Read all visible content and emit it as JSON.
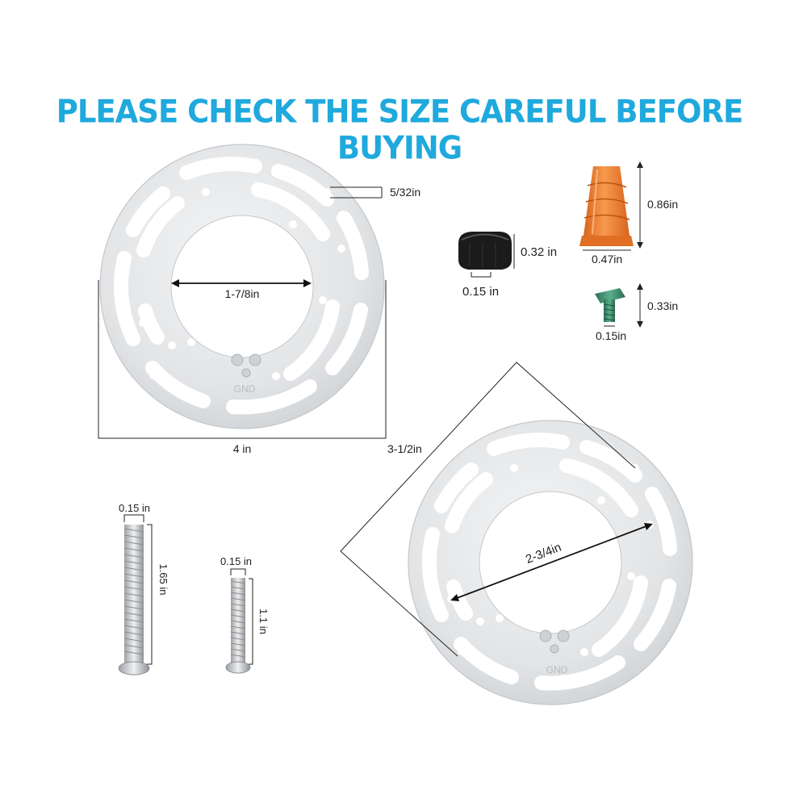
{
  "headline": "PLEASE CHECK THE SIZE CAREFUL BEFORE BUYING",
  "plate_large": {
    "width_label": "4 in",
    "inner_label": "1-7/8in",
    "slot_label": "5/32in",
    "stamp": "GND"
  },
  "plate_small": {
    "width_label": "3-1/2in",
    "inner_label": "2-3/4in",
    "stamp": "GND"
  },
  "cap_nut": {
    "height_label": "0.32 in",
    "width_label": "0.15 in"
  },
  "wire_nut": {
    "height_label": "0.86in",
    "width_label": "0.47in"
  },
  "ground_screw": {
    "height_label": "0.33in",
    "width_label": "0.15in"
  },
  "long_screw": {
    "width_label": "0.15 in",
    "length_label": "1.65 in"
  },
  "short_screw": {
    "width_label": "0.15 in",
    "length_label": "1.1 in"
  },
  "colors": {
    "headline": "#1fa9dd",
    "plate": "#e4e6e8",
    "wire_nut": "#ee7a2a",
    "ground_screw": "#3d8c6e",
    "cap_nut": "#1a1a1a"
  }
}
